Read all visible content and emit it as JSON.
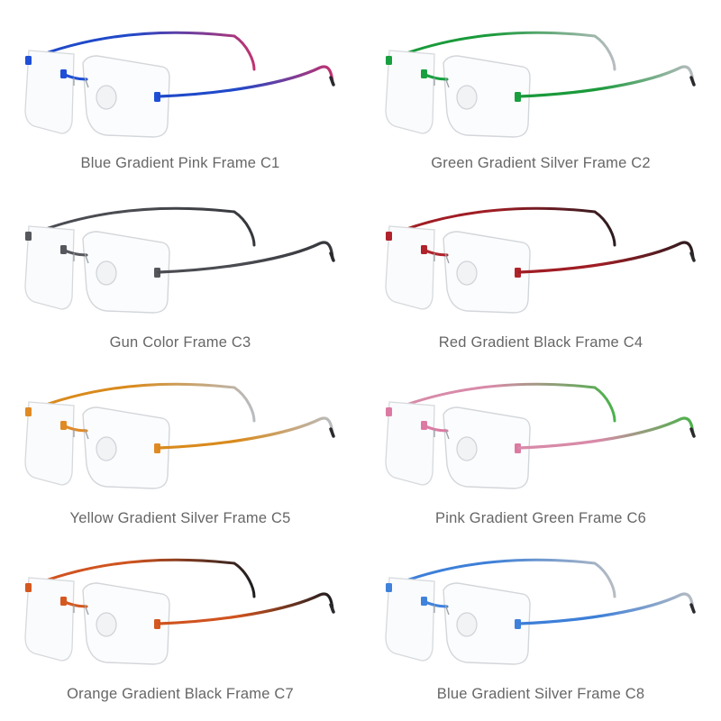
{
  "products": [
    {
      "label": "Blue Gradient Pink Frame C1",
      "temple_front": "#1f49c9",
      "temple_back": "#c0336f",
      "hardware": "#1e4fd6"
    },
    {
      "label": "Green Gradient Silver Frame C2",
      "temple_front": "#1a9a3b",
      "temple_back": "#b8bcc0",
      "hardware": "#18a040"
    },
    {
      "label": "Gun Color Frame C3",
      "temple_front": "#4a4c52",
      "temple_back": "#35373c",
      "hardware": "#55575d"
    },
    {
      "label": "Red Gradient Black Frame C4",
      "temple_front": "#a01d24",
      "temple_back": "#2b1c20",
      "hardware": "#b0232b"
    },
    {
      "label": "Yellow Gradient Silver Frame C5",
      "temple_front": "#d98a1c",
      "temple_back": "#b9bcc0",
      "hardware": "#e08a25"
    },
    {
      "label": "Pink Gradient Green Frame C6",
      "temple_front": "#d88aa8",
      "temple_back": "#49b24a",
      "hardware": "#dc7aa3"
    },
    {
      "label": "Orange Gradient Black Frame C7",
      "temple_front": "#d0531f",
      "temple_back": "#1d1d20",
      "hardware": "#d4581f"
    },
    {
      "label": "Blue Gradient Silver Frame C8",
      "temple_front": "#3d7fd8",
      "temple_back": "#b7bcc2",
      "hardware": "#3f82dc"
    }
  ]
}
